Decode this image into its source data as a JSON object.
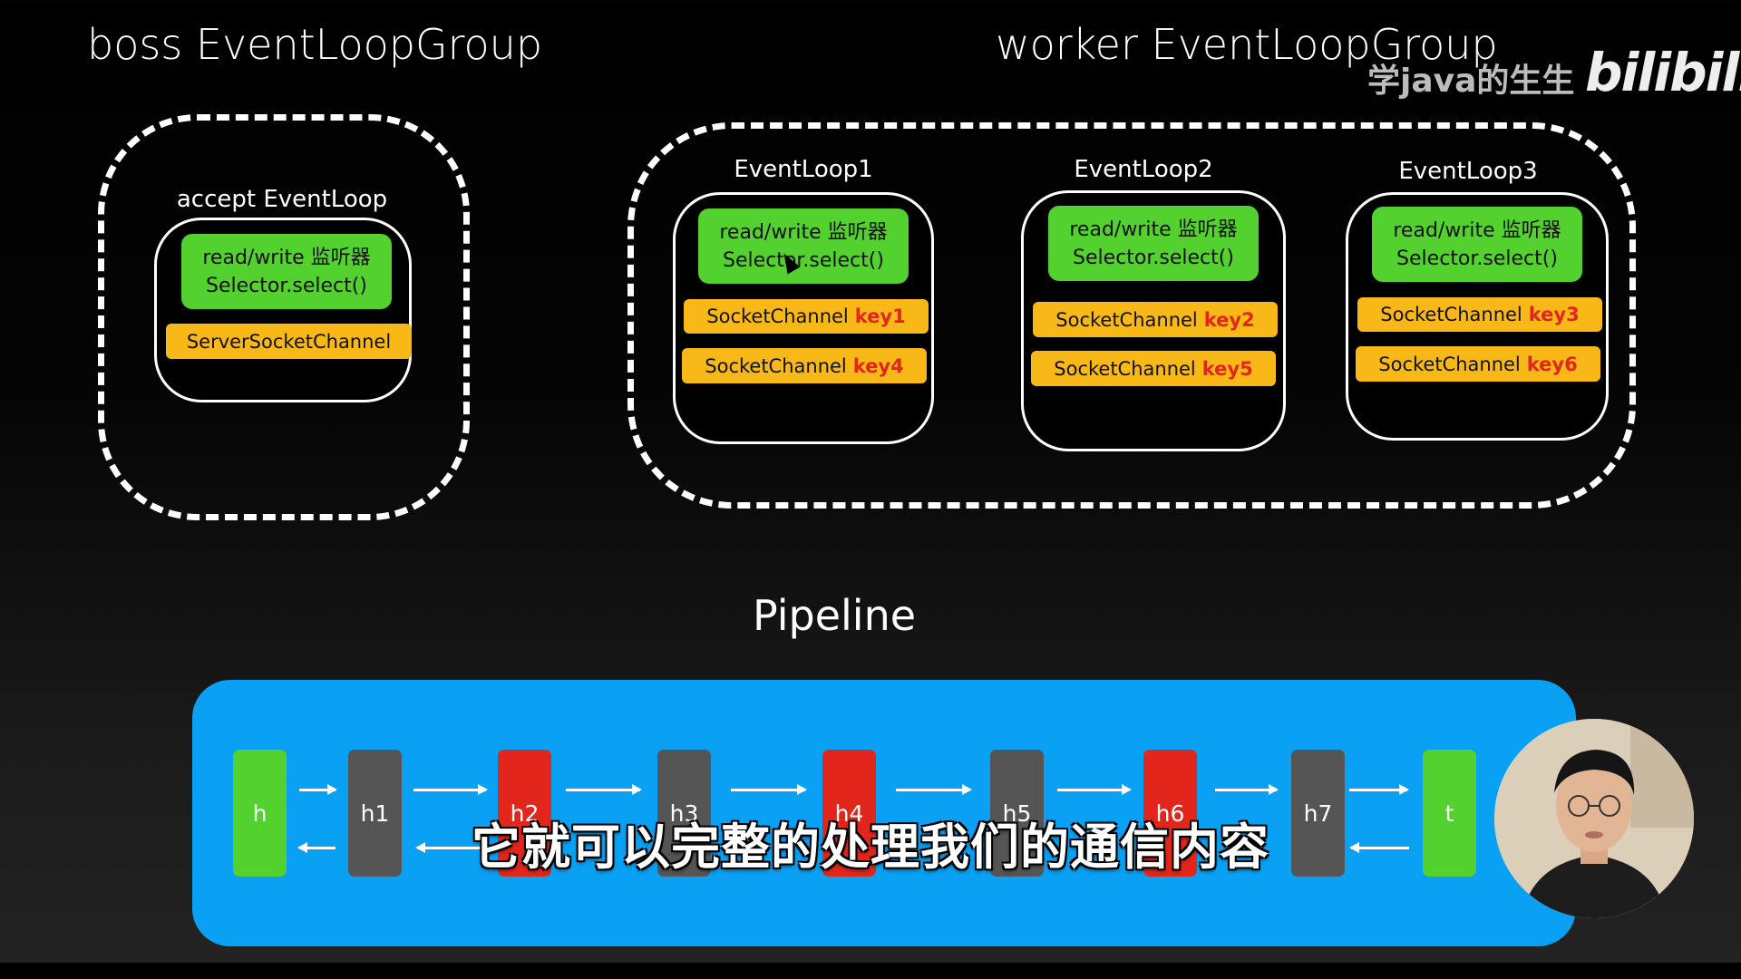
{
  "boss": {
    "title": "boss EventLoopGroup",
    "loop_label": "accept EventLoop",
    "selector_line1": "read/write 监听器",
    "selector_line2": "Selector.select()",
    "channel": "ServerSocketChannel"
  },
  "worker": {
    "title": "worker EventLoopGroup",
    "loops": [
      {
        "label": "EventLoop1",
        "line1": "read/write 监听器",
        "line2": "Selector.select()",
        "channels": [
          {
            "text": "SocketChannel",
            "key": "key1"
          },
          {
            "text": "SocketChannel",
            "key": "key4"
          }
        ]
      },
      {
        "label": "EventLoop2",
        "line1": "read/write 监听器",
        "line2": "Selector.select()",
        "channels": [
          {
            "text": "SocketChannel",
            "key": "key2"
          },
          {
            "text": "SocketChannel",
            "key": "key5"
          }
        ]
      },
      {
        "label": "EventLoop3",
        "line1": "read/write 监听器",
        "line2": "Selector.select()",
        "channels": [
          {
            "text": "SocketChannel",
            "key": "key3"
          },
          {
            "text": "SocketChannel",
            "key": "key6"
          }
        ]
      }
    ]
  },
  "pipeline": {
    "title": "Pipeline",
    "handlers": [
      {
        "label": "h",
        "color": "#52d12f"
      },
      {
        "label": "h1",
        "color": "#555555"
      },
      {
        "label": "h2",
        "color": "#e3261b"
      },
      {
        "label": "h3",
        "color": "#555555"
      },
      {
        "label": "h4",
        "color": "#e3261b"
      },
      {
        "label": "h5",
        "color": "#555555"
      },
      {
        "label": "h6",
        "color": "#e3261b"
      },
      {
        "label": "h7",
        "color": "#555555"
      },
      {
        "label": "t",
        "color": "#52d12f"
      }
    ]
  },
  "subtitle": "它就可以完整的处理我们的通信内容",
  "watermark": "学java的生生",
  "brand": "bilibili",
  "icons": {
    "cursor": "mouse-cursor-icon",
    "presenter": "presenter-avatar"
  }
}
